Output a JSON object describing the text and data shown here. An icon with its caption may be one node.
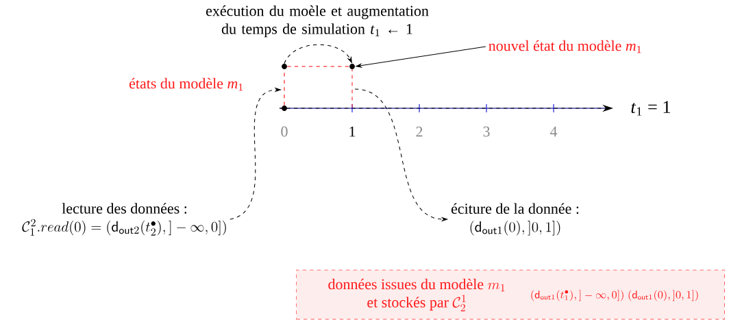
{
  "diagram": {
    "nodes": [
      {
        "text": [],
        "shape": "circle"
      },
      {
        "text": [],
        "shape": "circle"
      },
      {
        "text": [
          "nouvel état du modèle *m*$_{1}$"
        ]
      },
      {
        "text": [],
        "shape": "circle"
      },
      {
        "text": [
          "lecture des données :",
          "\\mathcal{C}_1^2.read(0) = (\\mathsf{d}_{\\mathsf{out}2}(t_2^\\bullet), ]-\\infty,0])"
        ]
      },
      {
        "text": [
          "éciture de la donnée :",
          "(\\mathsf{d}_{\\mathsf{out}1}(0), ]0,1])"
        ]
      },
      {
        "text": [
          "\\begin{array}{c}\\text{données issues du modèle } m_1\\\\ \\text{et stockés par } \\mathcal{C}_2^1\\end{array}",
          "(\\mathsf{d}_{\\mathsf{out}1}(t_1^\\bullet), ]-\\infty, 0])\\;(\\mathsf{d}_{\\mathsf{out}1}(0), ]0,1])"
        ]
      }
    ],
    "edges": [
      {
        "from": 0,
        "to": 1,
        "arrow": "to",
        "style": "dashed"
      },
      {
        "from": 2,
        "to": 1,
        "arrow": "to"
      },
      {
        "from": 3,
        "to": 0,
        "arrow": "none",
        "style": "dashed",
        "color": "#ff0000"
      },
      {
        "from": 0,
        "to": 1,
        "arrow": "none",
        "style": "dashed",
        "color": "#ff0000"
      },
      {
        "from": 4,
        "to": null,
        "arrow": "to",
        "style": "dashed"
      },
      {
        "from": null,
        "to": 5,
        "arrow": "to",
        "style": "dashed"
      }
    ],
    "labels": [
      "exécution du moèle et augmentation du temps de simulation *t*$_{1}$ ← 1",
      "états du modèle *m*$_{1}$",
      "*t*$_{1}$ = 1",
      "0",
      "1",
      "2",
      "3",
      "4"
    ]
  }
}
